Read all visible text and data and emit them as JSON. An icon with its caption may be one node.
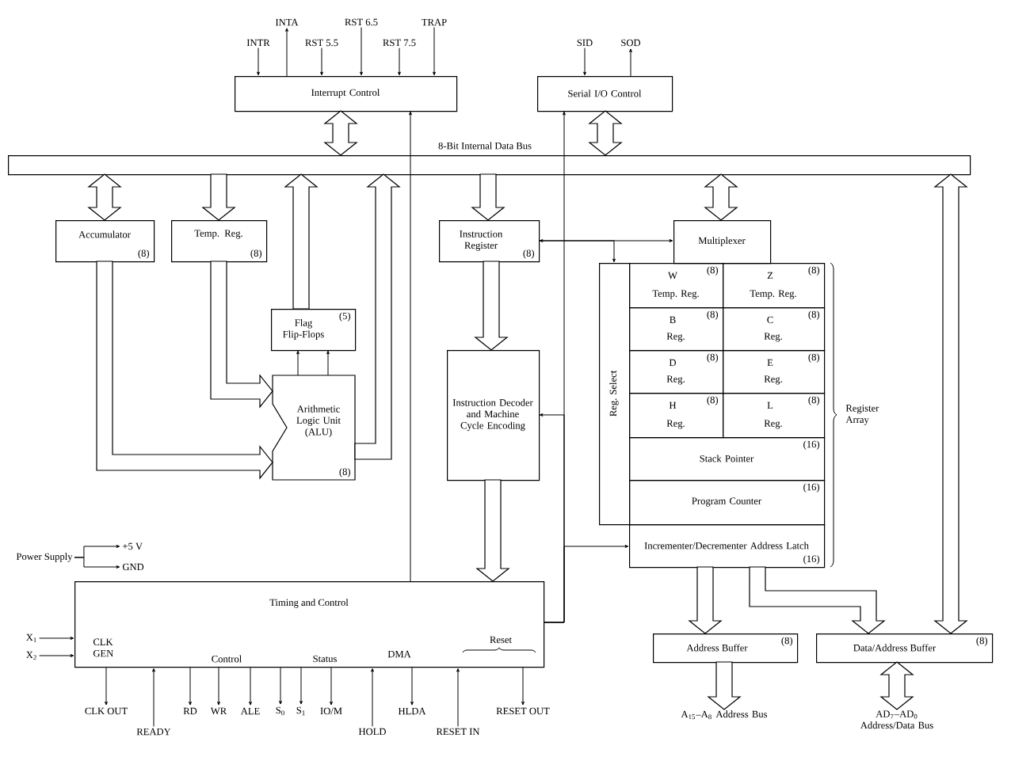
{
  "diagram": {
    "nodes": [
      {
        "text": [
          "Interrupt Control"
        ]
      },
      {
        "text": [
          "Serial I/O Control"
        ]
      },
      {
        "text": [
          "8-Bit Internal Data Bus"
        ]
      },
      {
        "text": [
          "Accumulator",
          "(8)"
        ]
      },
      {
        "text": [
          "Temp. Reg.",
          "(8)"
        ]
      },
      {
        "text": [
          "Flag Flip-Flops",
          "(5)"
        ]
      },
      {
        "text": [
          "Arithmetic Logic Unit (ALU)",
          "(8)"
        ]
      },
      {
        "text": [
          "Instruction Register",
          "(8)"
        ]
      },
      {
        "text": [
          "Instruction Decoder and Machine Cycle Encoding"
        ]
      },
      {
        "text": [
          "Multiplexer"
        ]
      },
      {
        "text": [
          "Reg. Select"
        ]
      },
      {
        "text": [
          "W",
          "(8)",
          "Temp. Reg."
        ]
      },
      {
        "text": [
          "Z",
          "(8)",
          "Temp. Reg."
        ]
      },
      {
        "text": [
          "B",
          "(8)",
          "Reg."
        ]
      },
      {
        "text": [
          "C",
          "(8)",
          "Reg."
        ]
      },
      {
        "text": [
          "D",
          "(8)",
          "Reg."
        ]
      },
      {
        "text": [
          "E",
          "(8)",
          "Reg."
        ]
      },
      {
        "text": [
          "H",
          "(8)",
          "Reg."
        ]
      },
      {
        "text": [
          "L",
          "(8)",
          "Reg."
        ]
      },
      {
        "text": [
          "Stack Pointer",
          "(16)"
        ]
      },
      {
        "text": [
          "Program Counter",
          "(16)"
        ]
      },
      {
        "text": [
          "Incrementer/Decrementer Address Latch",
          "(16)"
        ]
      },
      {
        "text": [
          "Timing and Control",
          "CLK GEN",
          "Control",
          "Status",
          "DMA",
          "Reset"
        ]
      },
      {
        "text": [
          "Address Buffer",
          "(8)"
        ]
      },
      {
        "text": [
          "Data/Address Buffer",
          "(8)"
        ]
      },
      {
        "text": [
          "A$_{15}$–A$_{8}$ Address Bus"
        ]
      },
      {
        "text": [
          "AD$_{7}$–AD$_{0}$ Address/Data Bus"
        ]
      },
      {
        "text": [
          "INTR"
        ]
      },
      {
        "text": [
          "INTA"
        ]
      },
      {
        "text": [
          "RST 5.5"
        ]
      },
      {
        "text": [
          "RST 6.5"
        ]
      },
      {
        "text": [
          "RST 7.5"
        ]
      },
      {
        "text": [
          "TRAP"
        ]
      },
      {
        "text": [
          "SID"
        ]
      },
      {
        "text": [
          "SOD"
        ]
      },
      {
        "text": [
          "Power Supply"
        ]
      },
      {
        "text": [
          "+5 V"
        ]
      },
      {
        "text": [
          "GND"
        ]
      },
      {
        "text": [
          "X$_{1}$"
        ]
      },
      {
        "text": [
          "X$_{2}$"
        ]
      },
      {
        "text": [
          "CLK OUT"
        ]
      },
      {
        "text": [
          "READY"
        ]
      },
      {
        "text": [
          "RD"
        ]
      },
      {
        "text": [
          "WR"
        ]
      },
      {
        "text": [
          "ALE"
        ]
      },
      {
        "text": [
          "S$_{0}$"
        ]
      },
      {
        "text": [
          "S$_{1}$"
        ]
      },
      {
        "text": [
          "IO/M"
        ]
      },
      {
        "text": [
          "HOLD"
        ]
      },
      {
        "text": [
          "HLDA"
        ]
      },
      {
        "text": [
          "RESET IN"
        ]
      },
      {
        "text": [
          "RESET OUT"
        ]
      }
    ],
    "edges": [
      {
        "from": 27,
        "to": 0,
        "arrow": "to"
      },
      {
        "from": 0,
        "to": 28,
        "arrow": "to"
      },
      {
        "from": 29,
        "to": 0,
        "arrow": "to"
      },
      {
        "from": 30,
        "to": 0,
        "arrow": "to"
      },
      {
        "from": 31,
        "to": 0,
        "arrow": "to"
      },
      {
        "from": 32,
        "to": 0,
        "arrow": "to"
      },
      {
        "from": 33,
        "to": 1,
        "arrow": "to"
      },
      {
        "from": 1,
        "to": 34,
        "arrow": "to"
      },
      {
        "from": 2,
        "to": 0,
        "arrow": "both",
        "style": "thick"
      },
      {
        "from": 2,
        "to": 1,
        "arrow": "both",
        "style": "thick"
      },
      {
        "from": 22,
        "to": 0,
        "arrow": "to"
      },
      {
        "from": 22,
        "to": 1,
        "arrow": "to"
      },
      {
        "from": 2,
        "to": 3,
        "arrow": "both",
        "style": "thick"
      },
      {
        "from": 2,
        "to": 4,
        "arrow": "to",
        "style": "thick"
      },
      {
        "from": 5,
        "to": 2,
        "arrow": "to",
        "style": "thick"
      },
      {
        "from": 6,
        "to": 2,
        "arrow": "to",
        "style": "thick"
      },
      {
        "from": 3,
        "to": 6,
        "arrow": "to",
        "style": "thick"
      },
      {
        "from": 4,
        "to": 6,
        "arrow": "to",
        "style": "thick"
      },
      {
        "from": 6,
        "to": 5,
        "arrow": "to"
      },
      {
        "from": 6,
        "to": 5,
        "arrow": "to"
      },
      {
        "from": 2,
        "to": 7,
        "arrow": "to",
        "style": "thick"
      },
      {
        "from": 7,
        "to": 8,
        "arrow": "to",
        "style": "thick"
      },
      {
        "from": 8,
        "to": 22,
        "arrow": "to",
        "style": "thick"
      },
      {
        "from": 2,
        "to": 9,
        "arrow": "both",
        "style": "thick"
      },
      {
        "from": 7,
        "to": 9,
        "arrow": "both"
      },
      {
        "from": 22,
        "to": 21,
        "arrow": "to"
      },
      {
        "from": 21,
        "to": 23,
        "arrow": "to",
        "style": "thick"
      },
      {
        "from": 21,
        "to": 24,
        "arrow": "to",
        "style": "thick"
      },
      {
        "from": 24,
        "to": 2,
        "arrow": "both",
        "style": "thick"
      },
      {
        "from": 23,
        "to": 25,
        "arrow": "to",
        "style": "thick"
      },
      {
        "from": 24,
        "to": 26,
        "arrow": "both",
        "style": "thick"
      },
      {
        "from": 35,
        "to": 36,
        "arrow": "to"
      },
      {
        "from": 35,
        "to": 37,
        "arrow": "to"
      },
      {
        "from": 38,
        "to": 22,
        "arrow": "to"
      },
      {
        "from": 39,
        "to": 22,
        "arrow": "to"
      },
      {
        "from": 22,
        "to": 40,
        "arrow": "to"
      },
      {
        "from": 41,
        "to": 22,
        "arrow": "to"
      },
      {
        "from": 22,
        "to": 42,
        "arrow": "to"
      },
      {
        "from": 22,
        "to": 43,
        "arrow": "to"
      },
      {
        "from": 22,
        "to": 44,
        "arrow": "to"
      },
      {
        "from": 22,
        "to": 45,
        "arrow": "to"
      },
      {
        "from": 22,
        "to": 46,
        "arrow": "to"
      },
      {
        "from": 22,
        "to": 47,
        "arrow": "to"
      },
      {
        "from": 48,
        "to": 22,
        "arrow": "to"
      },
      {
        "from": 22,
        "to": 49,
        "arrow": "to"
      },
      {
        "from": 50,
        "to": 22,
        "arrow": "to"
      },
      {
        "from": 22,
        "to": 51,
        "arrow": "to"
      },
      {
        "from": 7,
        "to": 10,
        "arrow": "to"
      },
      {
        "from": 22,
        "to": 8,
        "arrow": "to"
      }
    ],
    "labels": [
      "Register Array"
    ]
  }
}
